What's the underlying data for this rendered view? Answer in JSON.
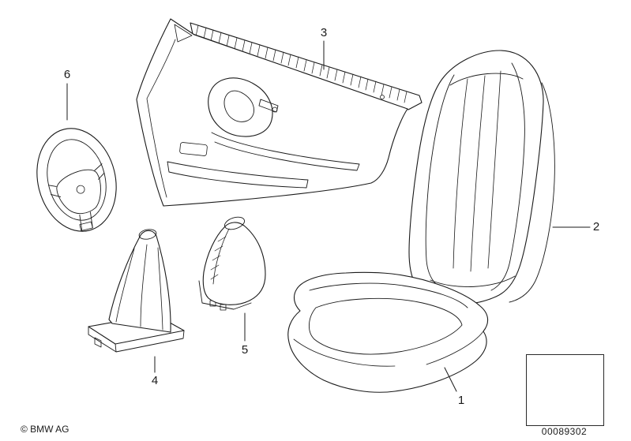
{
  "diagram": {
    "background": "#ffffff",
    "line_color": "#1a1a1a",
    "copyright": "© BMW AG",
    "drawing_number": "00089302",
    "callouts": [
      {
        "label": "1",
        "part": "seat-cushion"
      },
      {
        "label": "2",
        "part": "seat-backrest"
      },
      {
        "label": "3",
        "part": "door-panel"
      },
      {
        "label": "4",
        "part": "gearshift-boot"
      },
      {
        "label": "5",
        "part": "handbrake-boot"
      },
      {
        "label": "6",
        "part": "steering-wheel"
      }
    ]
  }
}
